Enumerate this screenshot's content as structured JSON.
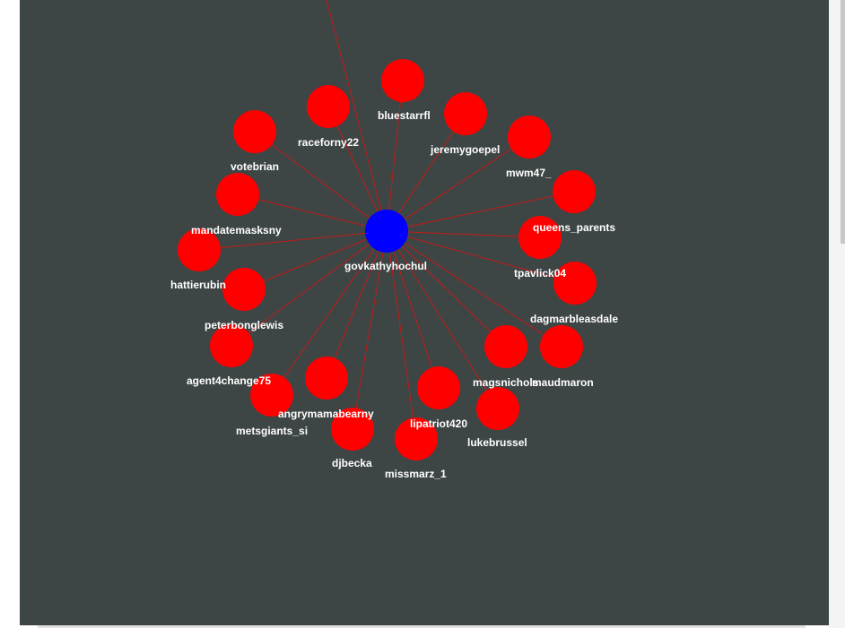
{
  "graph": {
    "hub": {
      "id": "govkathyhochul",
      "label": "govkathyhochul",
      "color": "#0000ff"
    },
    "node_color": "#ff0000",
    "edge_color": "#c21b17",
    "background": "#3e4545",
    "nodes": [
      {
        "id": "bluestarrfl",
        "label": "bluestarrfl"
      },
      {
        "id": "raceforny22",
        "label": "raceforny22"
      },
      {
        "id": "jeremygoepel",
        "label": "jeremygoepel"
      },
      {
        "id": "votebrian",
        "label": "votebrian"
      },
      {
        "id": "mwm47_",
        "label": "mwm47_"
      },
      {
        "id": "mandatemasksny",
        "label": "mandatemasksny"
      },
      {
        "id": "queens_parents",
        "label": "queens_parents"
      },
      {
        "id": "tpavlick04",
        "label": "tpavlick04"
      },
      {
        "id": "hattierubin",
        "label": "hattierubin"
      },
      {
        "id": "dagmarbleasdale",
        "label": "dagmarbleasdale"
      },
      {
        "id": "peterbonglewis",
        "label": "peterbonglewis"
      },
      {
        "id": "agent4change75",
        "label": "agent4change75"
      },
      {
        "id": "magsnichols",
        "label": "magsnichols"
      },
      {
        "id": "maudmaron",
        "label": "maudmaron"
      },
      {
        "id": "angrymamabearny",
        "label": "angrymamabearny"
      },
      {
        "id": "lipatriot420",
        "label": "lipatriot420"
      },
      {
        "id": "metsgiants_si",
        "label": "metsgiants_si"
      },
      {
        "id": "lukebrussel",
        "label": "lukebrussel"
      },
      {
        "id": "djbecka",
        "label": "djbecka"
      },
      {
        "id": "missmarz_1",
        "label": "missmarz_1"
      }
    ],
    "edges": [
      {
        "source": "govkathyhochul",
        "target": "offscreen-top"
      },
      {
        "source": "govkathyhochul",
        "target": "bluestarrfl"
      },
      {
        "source": "govkathyhochul",
        "target": "raceforny22"
      },
      {
        "source": "govkathyhochul",
        "target": "jeremygoepel"
      },
      {
        "source": "govkathyhochul",
        "target": "votebrian"
      },
      {
        "source": "govkathyhochul",
        "target": "mwm47_"
      },
      {
        "source": "govkathyhochul",
        "target": "mandatemasksny"
      },
      {
        "source": "govkathyhochul",
        "target": "queens_parents"
      },
      {
        "source": "govkathyhochul",
        "target": "tpavlick04"
      },
      {
        "source": "govkathyhochul",
        "target": "hattierubin"
      },
      {
        "source": "govkathyhochul",
        "target": "dagmarbleasdale"
      },
      {
        "source": "govkathyhochul",
        "target": "peterbonglewis"
      },
      {
        "source": "govkathyhochul",
        "target": "agent4change75"
      },
      {
        "source": "govkathyhochul",
        "target": "magsnichols"
      },
      {
        "source": "govkathyhochul",
        "target": "maudmaron"
      },
      {
        "source": "govkathyhochul",
        "target": "angrymamabearny"
      },
      {
        "source": "govkathyhochul",
        "target": "lipatriot420"
      },
      {
        "source": "govkathyhochul",
        "target": "metsgiants_si"
      },
      {
        "source": "govkathyhochul",
        "target": "lukebrussel"
      },
      {
        "source": "govkathyhochul",
        "target": "djbecka"
      },
      {
        "source": "govkathyhochul",
        "target": "missmarz_1"
      }
    ]
  }
}
